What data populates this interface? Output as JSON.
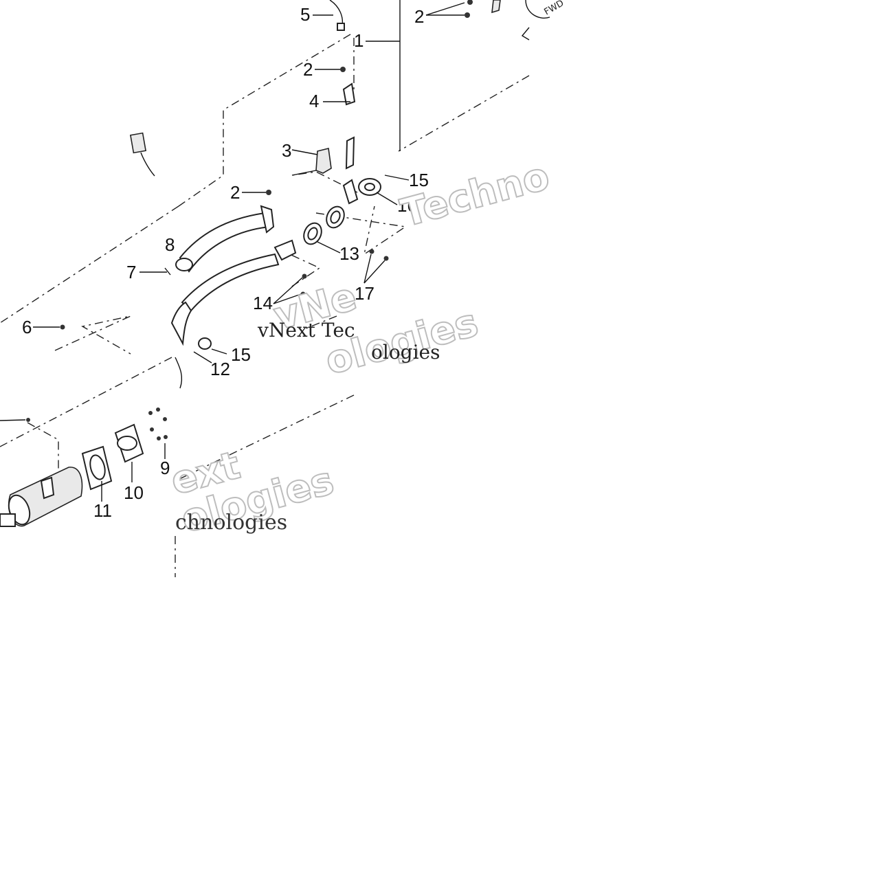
{
  "diagram": {
    "callouts": [
      "1",
      "2",
      "2",
      "2",
      "3",
      "4",
      "5",
      "6",
      "7",
      "8",
      "9",
      "10",
      "11",
      "12",
      "13",
      "14",
      "15",
      "15",
      "16",
      "17"
    ],
    "direction_label": "FWD",
    "watermarks": {
      "tech_1": "Techno",
      "vnext_outline": "vNe",
      "vnext_serif": "vNext Tec",
      "ologies_outline": "ologies",
      "ologies_serif": "ologies",
      "ext_outline": "ext",
      "ologies_outline_2": "ologies",
      "chnologies_serif": "chnologies"
    }
  }
}
